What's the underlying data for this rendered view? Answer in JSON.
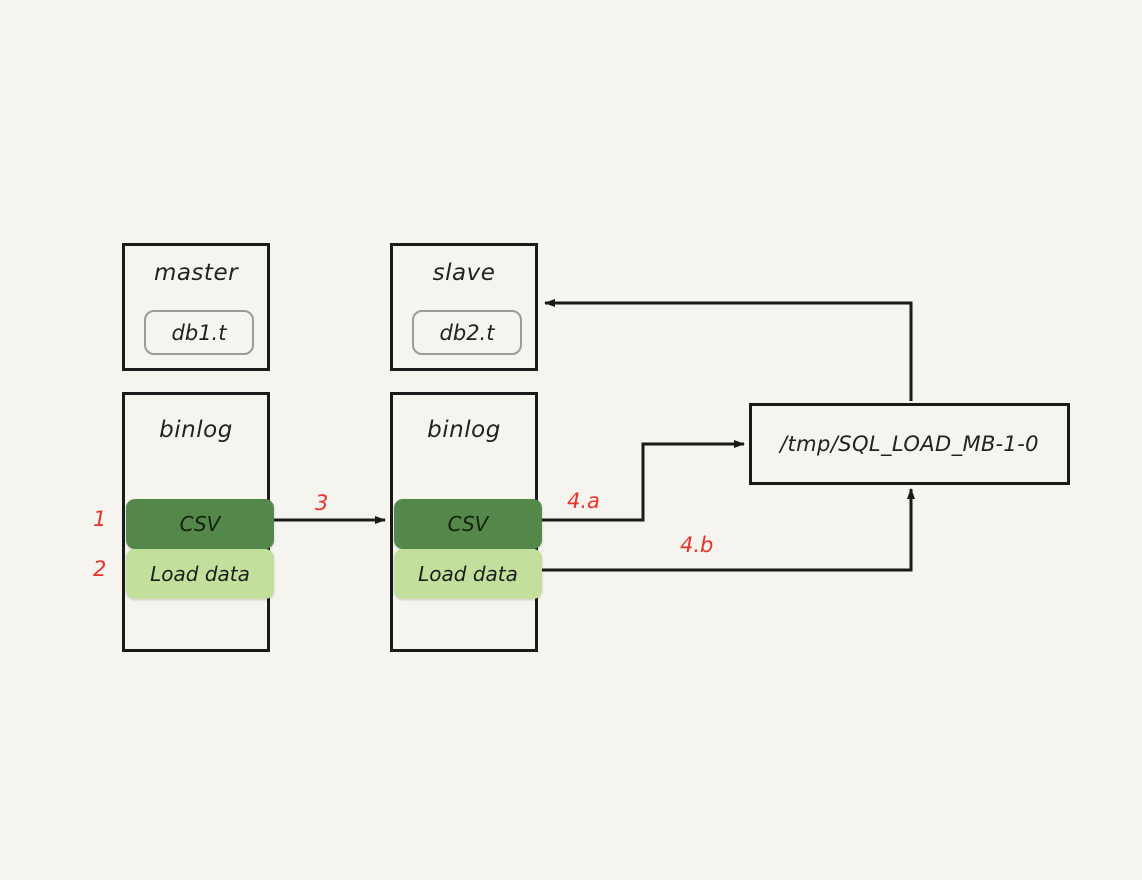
{
  "diagram": {
    "title_semantic": "mysql-replication-load-data-flow",
    "background_color": "#f5f4ef",
    "line_color": "#1a1a1a",
    "accent_red": "#e8332a",
    "green_dark": "#54874a",
    "green_light": "#c2e09b"
  },
  "nodes": {
    "master": {
      "label": "master",
      "table": "db1.t"
    },
    "slave": {
      "label": "slave",
      "table": "db2.t"
    },
    "master_binlog": {
      "label": "binlog",
      "rows": [
        {
          "label": "CSV",
          "tone": "dark"
        },
        {
          "label": "Load data",
          "tone": "light"
        }
      ]
    },
    "slave_binlog": {
      "label": "binlog",
      "rows": [
        {
          "label": "CSV",
          "tone": "dark"
        },
        {
          "label": "Load data",
          "tone": "light"
        }
      ]
    },
    "temp_file": {
      "label": "/tmp/SQL_LOAD_MB-1-0"
    }
  },
  "step_labels": [
    {
      "id": "step-1",
      "text": "1"
    },
    {
      "id": "step-2",
      "text": "2"
    },
    {
      "id": "step-3",
      "text": "3"
    },
    {
      "id": "step-4a",
      "text": "4.a"
    },
    {
      "id": "step-4b",
      "text": "4.b"
    }
  ]
}
